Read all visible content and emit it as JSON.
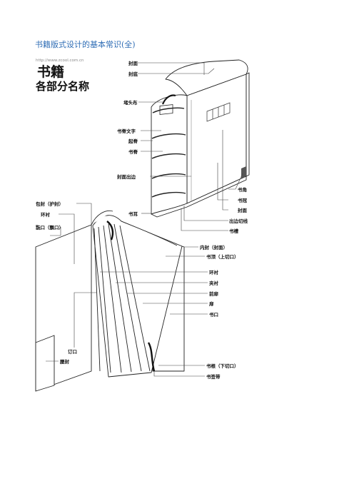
{
  "document": {
    "title": "书籍版式设计的基本常识(全)"
  },
  "figure": {
    "watermark": "http://www.zcool.com.cn",
    "heading_line1": "书籍",
    "heading_line2": "各部分名称",
    "labels": {
      "fengmian_top": "封面",
      "fengdi": "封底",
      "dutoubu": "堵头布",
      "shujiwenzi": "书脊文字",
      "qiji": "起脊",
      "shuji": "书脊",
      "fengmianchubian": "封面出边",
      "shujiao": "书角",
      "shuguan": "书冠",
      "fengmian_right": "封面",
      "chubianqiexian": "出边切线",
      "shucao": "书槽",
      "shuer": "书耳",
      "baofeng": "包封（护封）",
      "huanchen_left": "环衬",
      "qiankou": "翫口（飘口）",
      "neifeng": "内封（封面）",
      "shuding": "书顶（上切口）",
      "huanchen_right": "环衬",
      "jiachen": "夹衬",
      "qianfei": "前扉",
      "fei": "扉",
      "shukou": "书口",
      "dingkou": "订口",
      "yaofeng": "腰封",
      "shugen": "书根（下切口）",
      "shuqiandai": "书签带"
    }
  }
}
